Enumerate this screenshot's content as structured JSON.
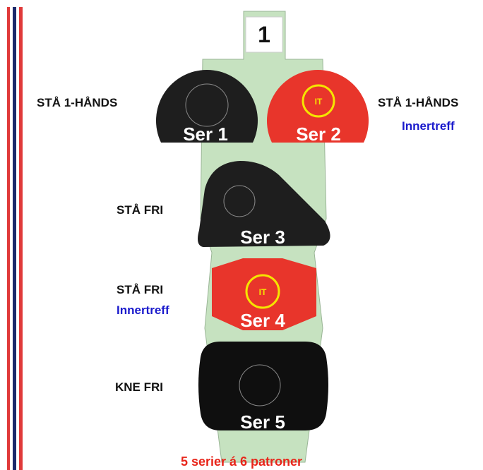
{
  "board_number": "1",
  "targets": [
    {
      "series": "Ser 1",
      "position": "STÅ 1-HÅNDS",
      "note": ""
    },
    {
      "series": "Ser 2",
      "position": "STÅ 1-HÅNDS",
      "note": "Innertreff",
      "inner_mark": "IT"
    },
    {
      "series": "Ser 3",
      "position": "STÅ FRI",
      "note": ""
    },
    {
      "series": "Ser 4",
      "position": "STÅ FRI",
      "note": "Innertreff",
      "inner_mark": "IT"
    },
    {
      "series": "Ser 5",
      "position": "KNE FRI",
      "note": ""
    }
  ],
  "footer": "5 serier á 6 patroner",
  "colors": {
    "board": "#c6e2c0",
    "black_target": "#1e1e1e",
    "red_target": "#e8352b",
    "inner_ring": "#f5e400",
    "note_blue": "#1a1acc",
    "footer_red": "#e8251a",
    "stripe_red": "#e03a3a",
    "stripe_navy": "#1c2a6b"
  }
}
